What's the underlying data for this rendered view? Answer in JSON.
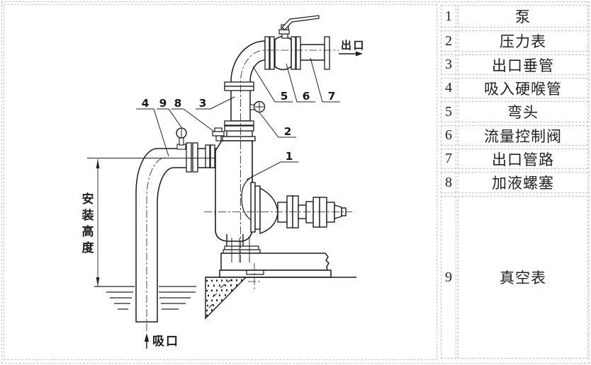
{
  "table": {
    "parts": [
      {
        "no": "1",
        "name": "泵"
      },
      {
        "no": "2",
        "name": "压力表"
      },
      {
        "no": "3",
        "name": "出口垂管"
      },
      {
        "no": "4",
        "name": "吸入硬喉管"
      },
      {
        "no": "5",
        "name": "弯头"
      },
      {
        "no": "6",
        "name": "流量控制阀"
      },
      {
        "no": "7",
        "name": "出口管路"
      },
      {
        "no": "8",
        "name": "加液螺塞"
      },
      {
        "no": "9",
        "name": "真空表"
      }
    ]
  },
  "diagram": {
    "annotations": {
      "outlet_label": "出口",
      "suction_label": "吸口",
      "install_height_chars": [
        "安",
        "装",
        "高",
        "度"
      ]
    },
    "callouts": [
      "1",
      "2",
      "3",
      "4",
      "5",
      "6",
      "7",
      "8",
      "9"
    ],
    "colors": {
      "line": "#1b1b1b",
      "table_border": "#c3c3c3",
      "background": "#ffffff"
    }
  }
}
